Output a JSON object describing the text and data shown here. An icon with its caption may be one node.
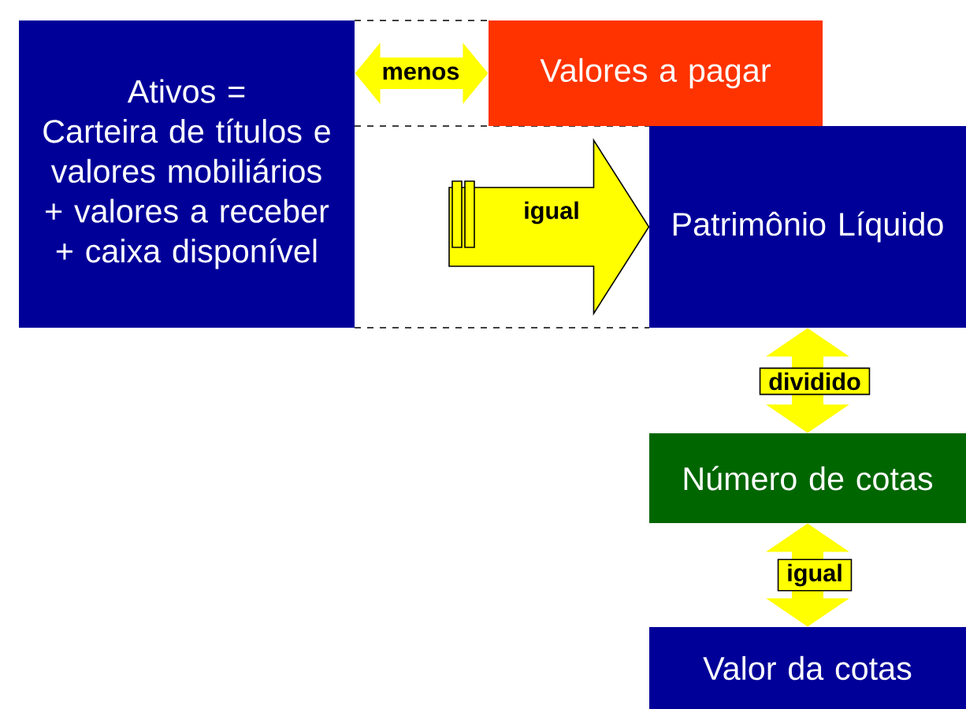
{
  "diagram": {
    "nodes": [
      {
        "text": [
          "Ativos =",
          "Carteira de títulos e valores mobiliários + valores a receber + caixa disponível"
        ]
      },
      {
        "text": [
          "Valores a pagar"
        ]
      },
      {
        "text": [
          "Patrimônio Líquido"
        ]
      },
      {
        "text": [
          "Número de cotas"
        ]
      },
      {
        "text": [
          "Valor da cotas"
        ]
      }
    ],
    "edges": [
      {
        "from": 0,
        "to": 1,
        "arrow": "both",
        "label": "menos"
      },
      {
        "from": null,
        "to": 2,
        "arrow": "to",
        "label": "igual",
        "style": "thick"
      },
      {
        "from": 2,
        "to": 3,
        "arrow": "both",
        "label": "dividido"
      },
      {
        "from": 3,
        "to": 4,
        "arrow": "both",
        "label": "igual"
      }
    ]
  }
}
